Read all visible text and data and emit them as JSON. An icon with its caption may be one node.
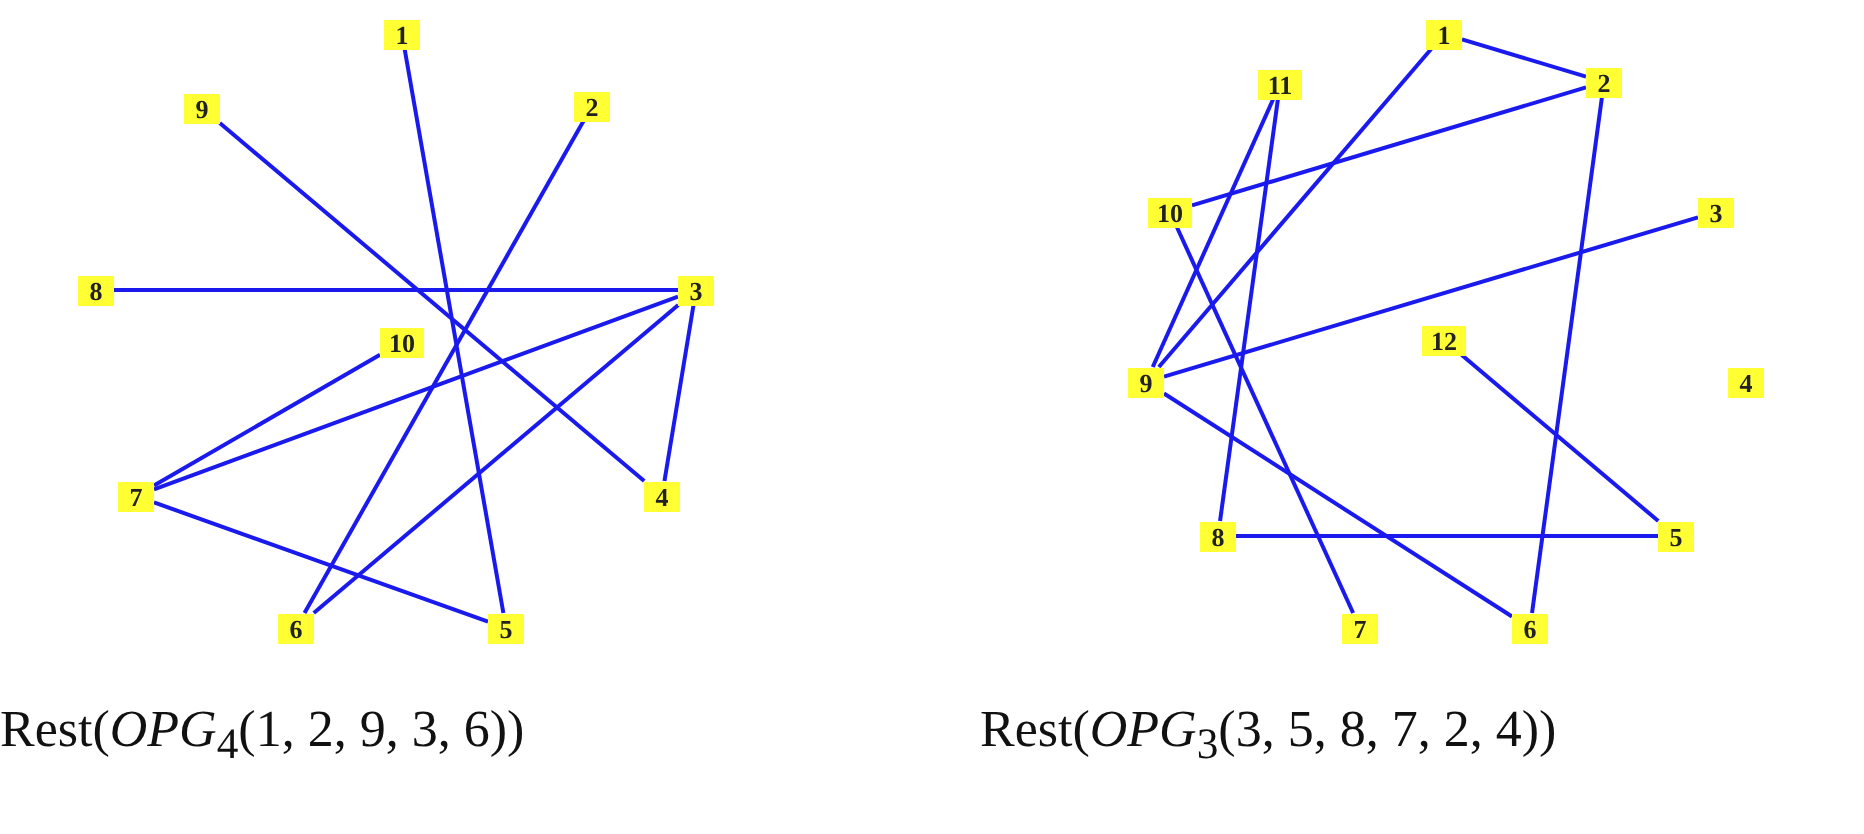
{
  "diagram": {
    "nodes": [
      {
        "text": [
          "1"
        ]
      },
      {
        "text": [
          "9"
        ]
      },
      {
        "text": [
          "2"
        ]
      },
      {
        "text": [
          "8"
        ]
      },
      {
        "text": [
          "3"
        ]
      },
      {
        "text": [
          "10"
        ]
      },
      {
        "text": [
          "7"
        ]
      },
      {
        "text": [
          "4"
        ]
      },
      {
        "text": [
          "6"
        ]
      },
      {
        "text": [
          "5"
        ]
      },
      {
        "text": [
          "1"
        ]
      },
      {
        "text": [
          "11"
        ]
      },
      {
        "text": [
          "2"
        ]
      },
      {
        "text": [
          "10"
        ]
      },
      {
        "text": [
          "3"
        ]
      },
      {
        "text": [
          "12"
        ]
      },
      {
        "text": [
          "9"
        ]
      },
      {
        "text": [
          "4"
        ]
      },
      {
        "text": [
          "8"
        ]
      },
      {
        "text": [
          "5"
        ]
      },
      {
        "text": [
          "7"
        ]
      },
      {
        "text": [
          "6"
        ]
      }
    ],
    "edges": [
      {
        "from": 0,
        "to": 9,
        "arrow": "none"
      },
      {
        "from": 1,
        "to": 7,
        "arrow": "none"
      },
      {
        "from": 2,
        "to": 8,
        "arrow": "none"
      },
      {
        "from": 3,
        "to": 4,
        "arrow": "none"
      },
      {
        "from": 4,
        "to": 6,
        "arrow": "none"
      },
      {
        "from": 4,
        "to": 8,
        "arrow": "none"
      },
      {
        "from": 4,
        "to": 7,
        "arrow": "none"
      },
      {
        "from": 5,
        "to": 6,
        "arrow": "none"
      },
      {
        "from": 6,
        "to": 9,
        "arrow": "none"
      },
      {
        "from": 10,
        "to": 12,
        "arrow": "none"
      },
      {
        "from": 10,
        "to": 16,
        "arrow": "none"
      },
      {
        "from": 12,
        "to": 13,
        "arrow": "none"
      },
      {
        "from": 12,
        "to": 21,
        "arrow": "none"
      },
      {
        "from": 11,
        "to": 16,
        "arrow": "none"
      },
      {
        "from": 11,
        "to": 18,
        "arrow": "none"
      },
      {
        "from": 13,
        "to": 20,
        "arrow": "none"
      },
      {
        "from": 14,
        "to": 16,
        "arrow": "none"
      },
      {
        "from": 16,
        "to": 21,
        "arrow": "none"
      },
      {
        "from": 15,
        "to": 19,
        "arrow": "none"
      },
      {
        "from": 18,
        "to": 19,
        "arrow": "none"
      }
    ],
    "labels": [
      "Rest(*OPG*$_{4}$(1, 2, 9, 3, 6))",
      "Rest(*OPG*$_{3}$(3, 5, 8, 7, 2, 4))"
    ]
  }
}
